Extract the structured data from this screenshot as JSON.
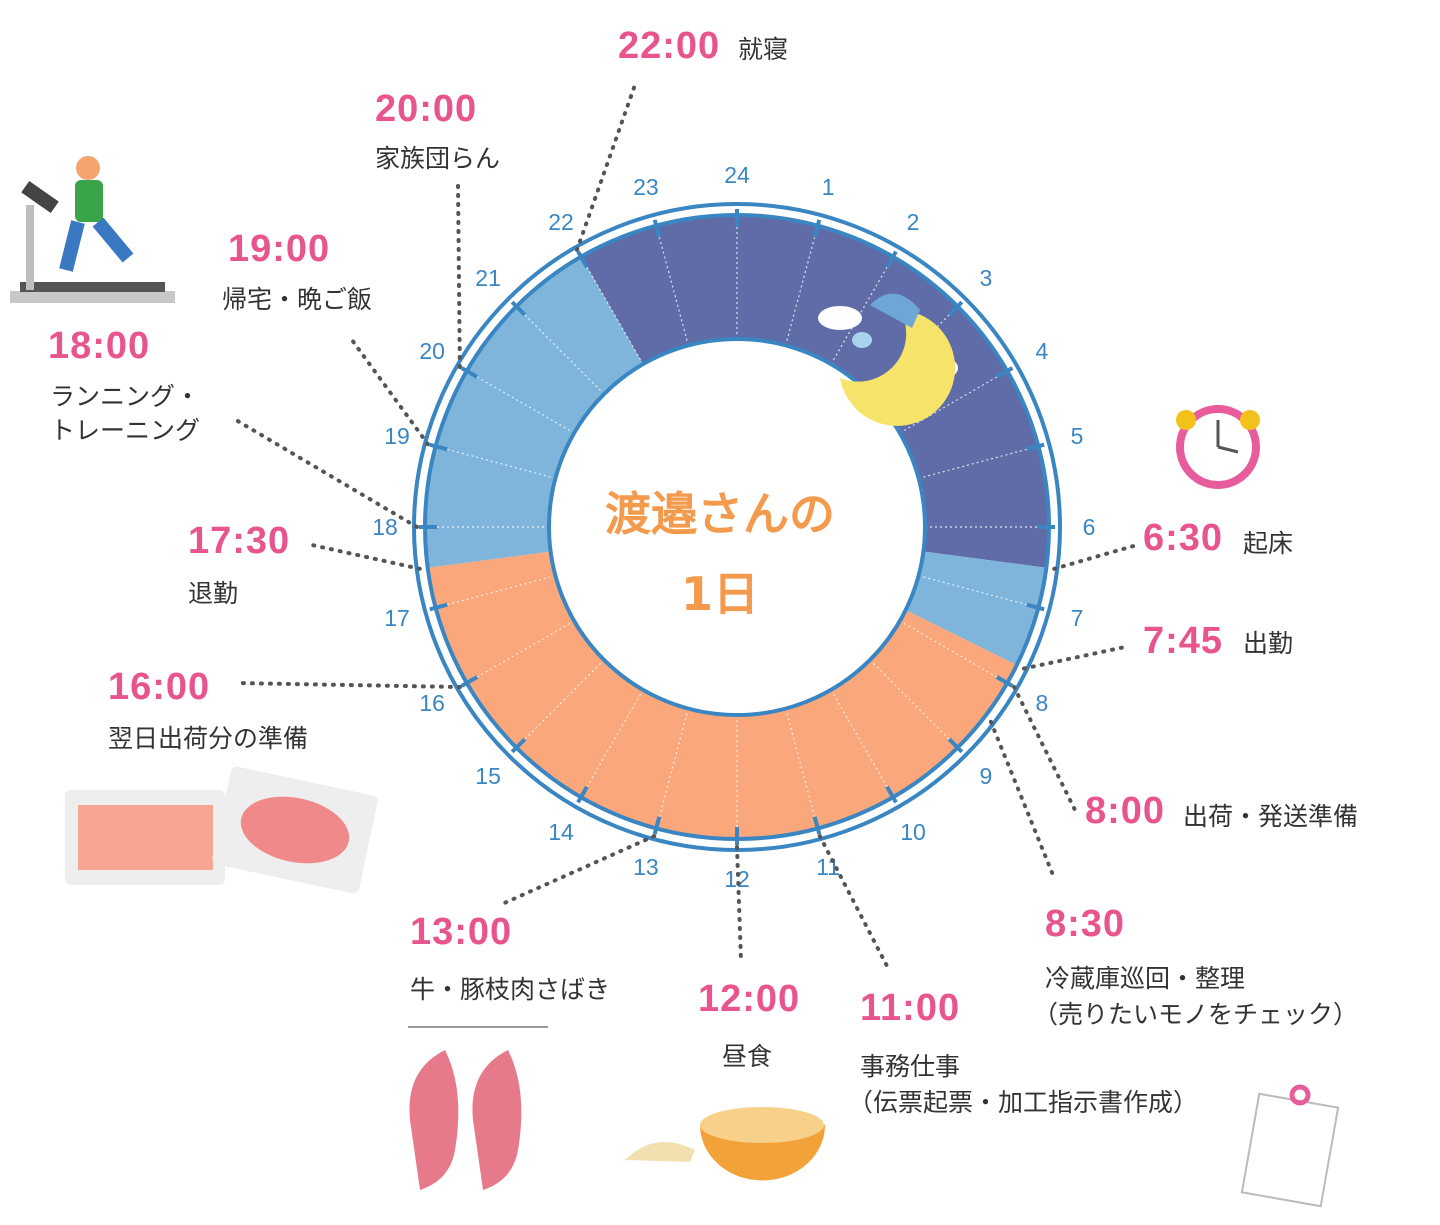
{
  "title": {
    "line1": "渡邉さんの",
    "line2": "1日"
  },
  "colors": {
    "sleep": "#5f6ca8",
    "home": "#7fb5db",
    "work": "#f9a77b",
    "ring": "#3a86c3",
    "hour_text": "#3a86c3",
    "time_text": "#e8558e",
    "title_text": "#f39a4c"
  },
  "hours": [
    "24",
    "1",
    "2",
    "3",
    "4",
    "5",
    "6",
    "7",
    "8",
    "9",
    "10",
    "11",
    "12",
    "13",
    "14",
    "15",
    "16",
    "17",
    "18",
    "19",
    "20",
    "21",
    "22",
    "23"
  ],
  "chart_data": {
    "type": "clock-dial",
    "segments": [
      {
        "from": 22,
        "to": 30.5,
        "kind": "sleep"
      },
      {
        "from": 6.5,
        "to": 7.75,
        "kind": "home"
      },
      {
        "from": 7.75,
        "to": 17.5,
        "kind": "work"
      },
      {
        "from": 17.5,
        "to": 22,
        "kind": "home"
      }
    ]
  },
  "events": [
    {
      "time": "22:00",
      "label": [
        "就寝"
      ],
      "hour": 22
    },
    {
      "time": "20:00",
      "label": [
        "家族団らん"
      ],
      "hour": 20
    },
    {
      "time": "19:00",
      "label": [
        "帰宅・晩ご飯"
      ],
      "hour": 19
    },
    {
      "time": "18:00",
      "label": [
        "ランニング・",
        "トレーニング"
      ],
      "hour": 18
    },
    {
      "time": "17:30",
      "label": [
        "退勤"
      ],
      "hour": 17.5
    },
    {
      "time": "16:00",
      "label": [
        "翌日出荷分の準備"
      ],
      "hour": 16
    },
    {
      "time": "13:00",
      "label": [
        "牛・豚枝肉さばき"
      ],
      "hour": 13
    },
    {
      "time": "12:00",
      "label": [
        "昼食"
      ],
      "hour": 12
    },
    {
      "time": "11:00",
      "label": [
        "事務仕事",
        "（伝票起票・加工指示書作成）"
      ],
      "hour": 11
    },
    {
      "time": "8:30",
      "label": [
        "冷蔵庫巡回・整理",
        "（売りたいモノをチェック）"
      ],
      "hour": 8.5
    },
    {
      "time": "8:00",
      "label": [
        "出荷・発送準備"
      ],
      "hour": 8
    },
    {
      "time": "7:45",
      "label": [
        "出勤"
      ],
      "hour": 7.75
    },
    {
      "time": "6:30",
      "label": [
        "起床"
      ],
      "hour": 6.5
    }
  ],
  "illustrations": [
    "treadmill-runner-icon",
    "moon-sleeping-icon",
    "alarm-clock-icon",
    "meat-pack-icon",
    "hanging-carcass-icon",
    "ramen-bowl-icon",
    "clipboard-icon"
  ]
}
